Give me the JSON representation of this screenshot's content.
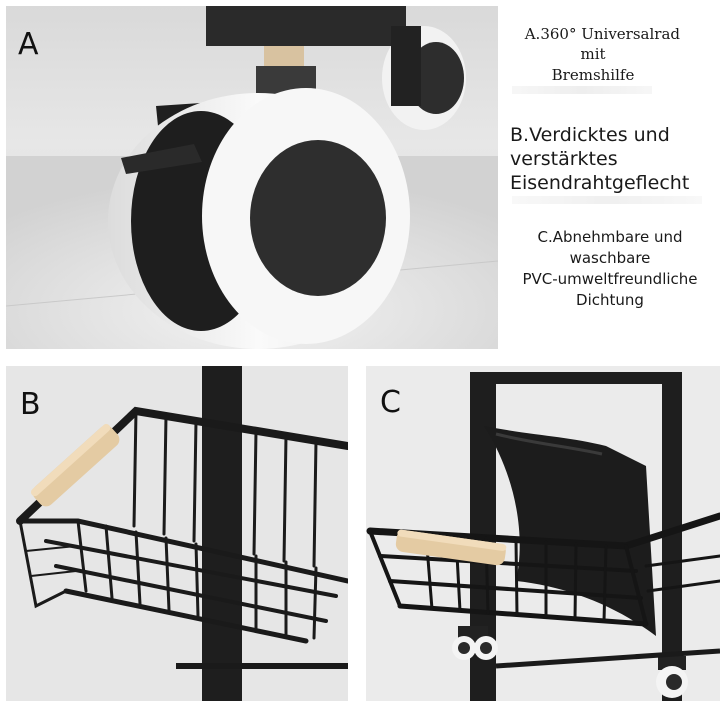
{
  "panels": {
    "a": {
      "letter": "A"
    },
    "b": {
      "letter": "B"
    },
    "c": {
      "letter": "C"
    }
  },
  "captions": {
    "a": {
      "line1": "A.360° Universalrad",
      "line2": "mit",
      "line3": "Bremshilfe"
    },
    "b": {
      "line1": "B.Verdicktes und",
      "line2": "verstärktes",
      "line3": "Eisendrahtgeflecht"
    },
    "c": {
      "line1": "C.Abnehmbare und",
      "line2": "waschbare",
      "line3": "PVC-umweltfreundliche",
      "line4": "Dichtung"
    }
  },
  "colors": {
    "frame": "#1c1c1c",
    "wheel_tyre": "#f0f0f0",
    "wheel_hub": "#2e2e2e",
    "wood_handle": "#e2c9a0",
    "background": "#e4e4e4"
  }
}
